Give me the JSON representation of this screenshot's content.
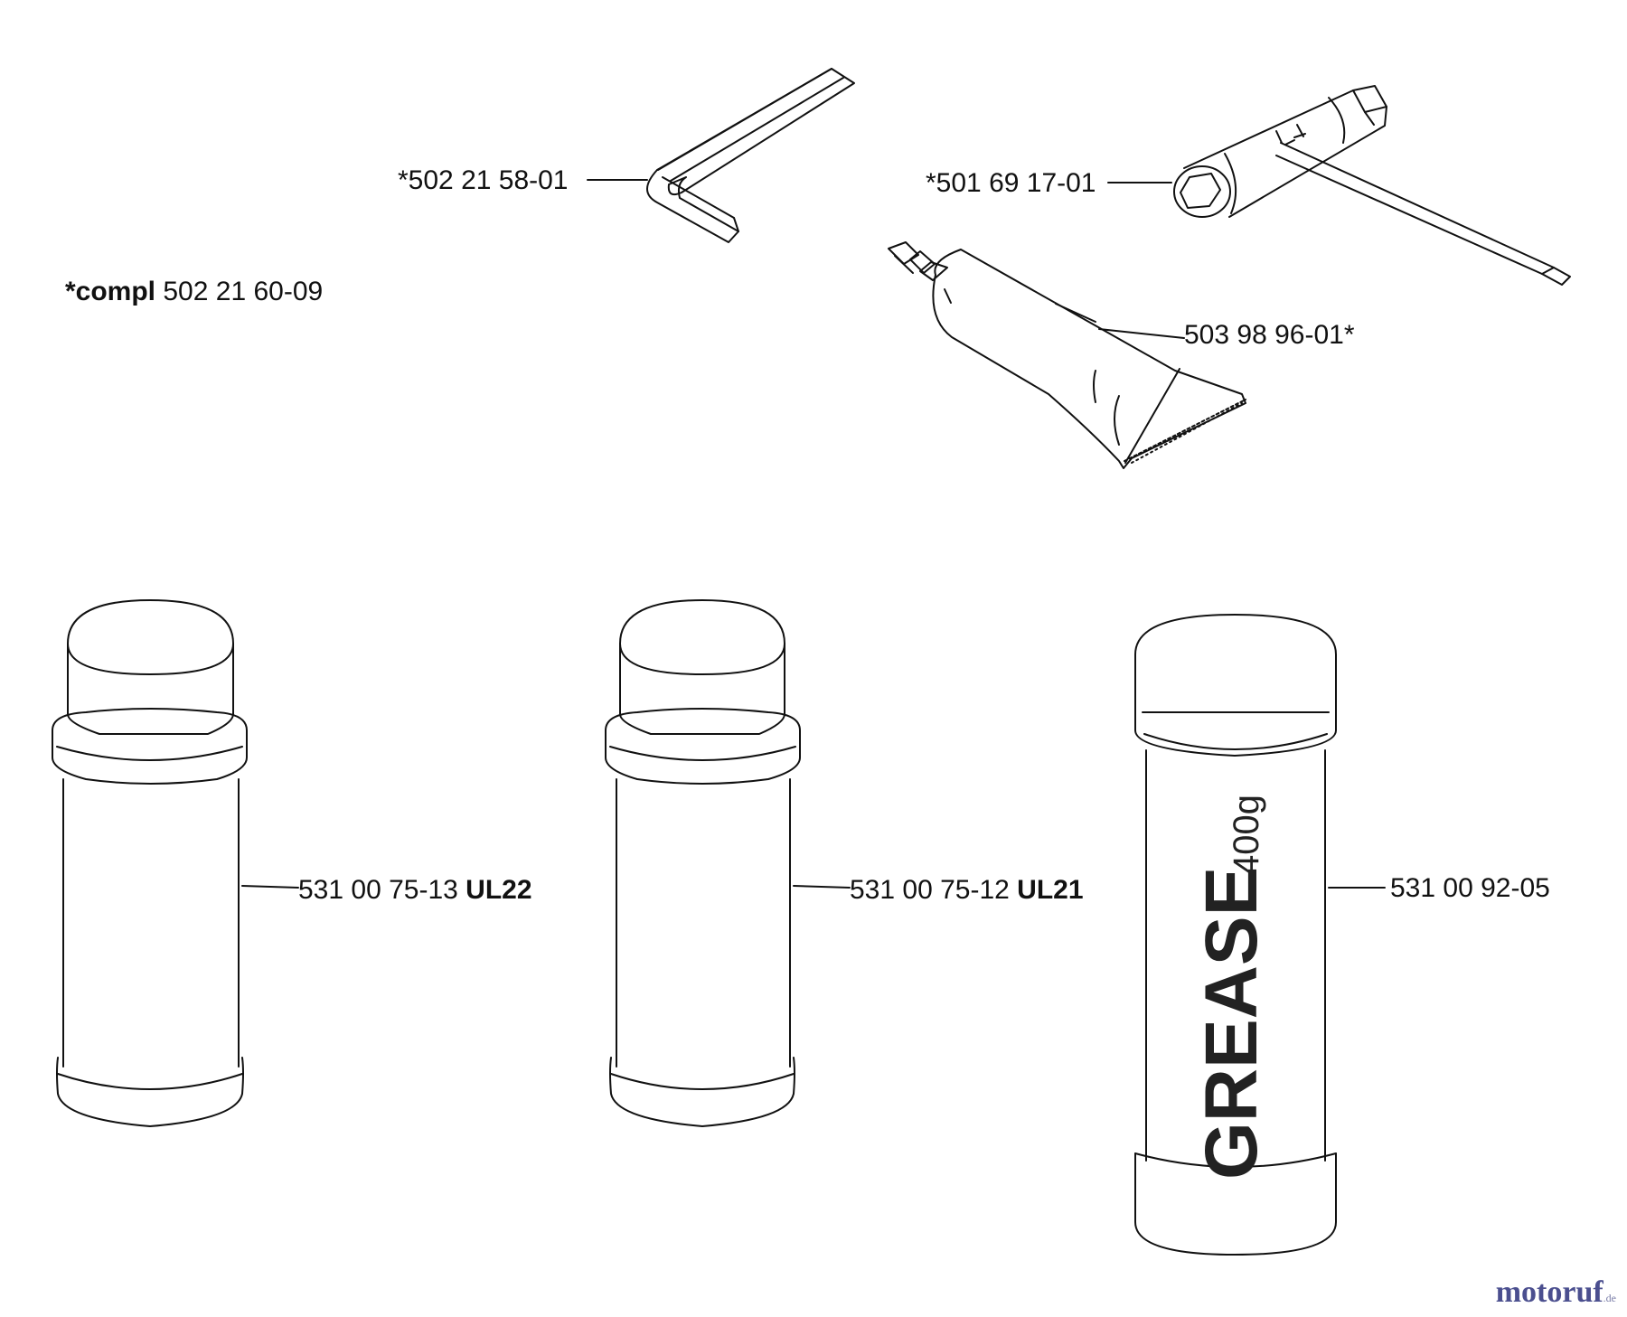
{
  "parts": {
    "allen_key": "*502 21 58-01",
    "combi_spanner": "*501 69 17-01",
    "grease_tube": "503 98 96-01*",
    "kit_label_prefix": "*compl",
    "kit_code": "502 21 60-09",
    "spray_can_1": {
      "code": "531 00 75-13",
      "tag": "UL22"
    },
    "spray_can_2": {
      "code": "531 00 75-12",
      "tag": "UL21"
    },
    "grease_cartridge": "531 00 92-05"
  },
  "cartridge_text": {
    "main": "GREASE",
    "weight": "400g"
  },
  "watermark": {
    "brand": "motoruf",
    "tld": ".de"
  },
  "colors": {
    "line": "#111111",
    "watermark": "#4b4f8f"
  },
  "icons": [
    "allen-key-icon",
    "combination-spanner-icon",
    "grease-tube-icon",
    "spray-can-icon",
    "grease-cartridge-icon"
  ]
}
